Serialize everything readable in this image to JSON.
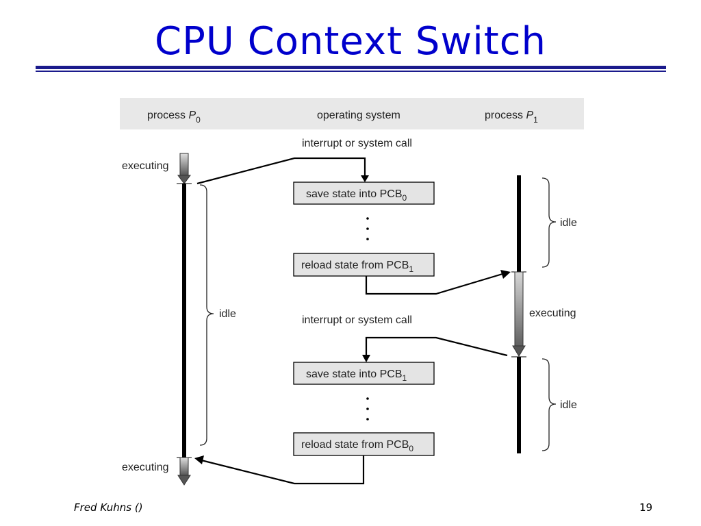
{
  "title": "CPU Context Switch",
  "footer": {
    "author": "Fred Kuhns ()",
    "page_number": "19"
  },
  "header": {
    "p0_label": "process ",
    "p0_var": "P",
    "p0_sub": "0",
    "os_label": "operating system",
    "p1_label": "process ",
    "p1_var": "P",
    "p1_sub": "1"
  },
  "labels": {
    "interrupt_top": "interrupt or system call",
    "interrupt_bottom": "interrupt or system call",
    "executing_p0_top": "executing",
    "executing_p0_bottom": "executing",
    "executing_p1": "executing",
    "idle_p0": "idle",
    "idle_p1_top": "idle",
    "idle_p1_bottom": "idle"
  },
  "boxes": {
    "save_pcb0": {
      "text": "save state into PCB",
      "sub": "0"
    },
    "reload_pcb1": {
      "text": "reload state from PCB",
      "sub": "1"
    },
    "save_pcb1": {
      "text": "save state into PCB",
      "sub": "1"
    },
    "reload_pcb0": {
      "text": "reload state from PCB",
      "sub": "0"
    }
  },
  "colors": {
    "title": "#0000cc",
    "rule": "#1a1a8c",
    "header_band": "#e8e8e8",
    "box_fill": "#e4e4e4"
  }
}
